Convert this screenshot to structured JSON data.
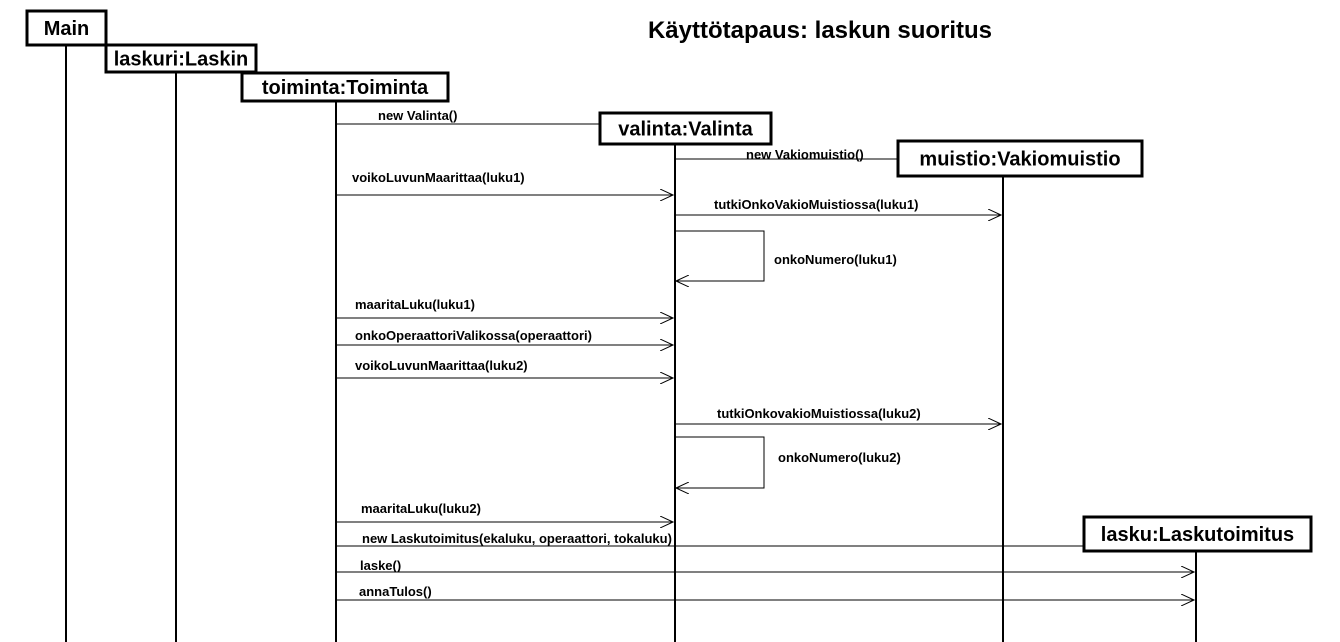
{
  "title": "Käyttötapaus: laskun suoritus",
  "objects": [
    {
      "id": "main",
      "label": "Main"
    },
    {
      "id": "laskuri",
      "label": "laskuri:Laskin"
    },
    {
      "id": "toiminta",
      "label": "toiminta:Toiminta"
    },
    {
      "id": "valinta",
      "label": "valinta:Valinta"
    },
    {
      "id": "muistio",
      "label": "muistio:Vakiomuistio"
    },
    {
      "id": "lasku",
      "label": "lasku:Laskutoimitus"
    }
  ],
  "messages": [
    {
      "from": "toiminta",
      "to": "valinta",
      "label": "new Valinta()"
    },
    {
      "from": "valinta",
      "to": "muistio",
      "label": "new Vakiomuistio()"
    },
    {
      "from": "toiminta",
      "to": "valinta",
      "label": "voikoLuvunMaarittaa(luku1)"
    },
    {
      "from": "valinta",
      "to": "muistio",
      "label": "tutkiOnkoVakioMuistiossa(luku1)"
    },
    {
      "from": "valinta",
      "to": "valinta",
      "label": "onkoNumero(luku1)"
    },
    {
      "from": "toiminta",
      "to": "valinta",
      "label": "maaritaLuku(luku1)"
    },
    {
      "from": "toiminta",
      "to": "valinta",
      "label": "onkoOperaattoriValikossa(operaattori)"
    },
    {
      "from": "toiminta",
      "to": "valinta",
      "label": "voikoLuvunMaarittaa(luku2)"
    },
    {
      "from": "valinta",
      "to": "muistio",
      "label": "tutkiOnkovakioMuistiossa(luku2)"
    },
    {
      "from": "valinta",
      "to": "valinta",
      "label": "onkoNumero(luku2)"
    },
    {
      "from": "toiminta",
      "to": "valinta",
      "label": "maaritaLuku(luku2)"
    },
    {
      "from": "toiminta",
      "to": "lasku",
      "label": "new Laskutoimitus(ekaluku, operaattori, tokaluku)"
    },
    {
      "from": "toiminta",
      "to": "lasku",
      "label": "laske()"
    },
    {
      "from": "toiminta",
      "to": "lasku",
      "label": "annaTulos()"
    }
  ]
}
